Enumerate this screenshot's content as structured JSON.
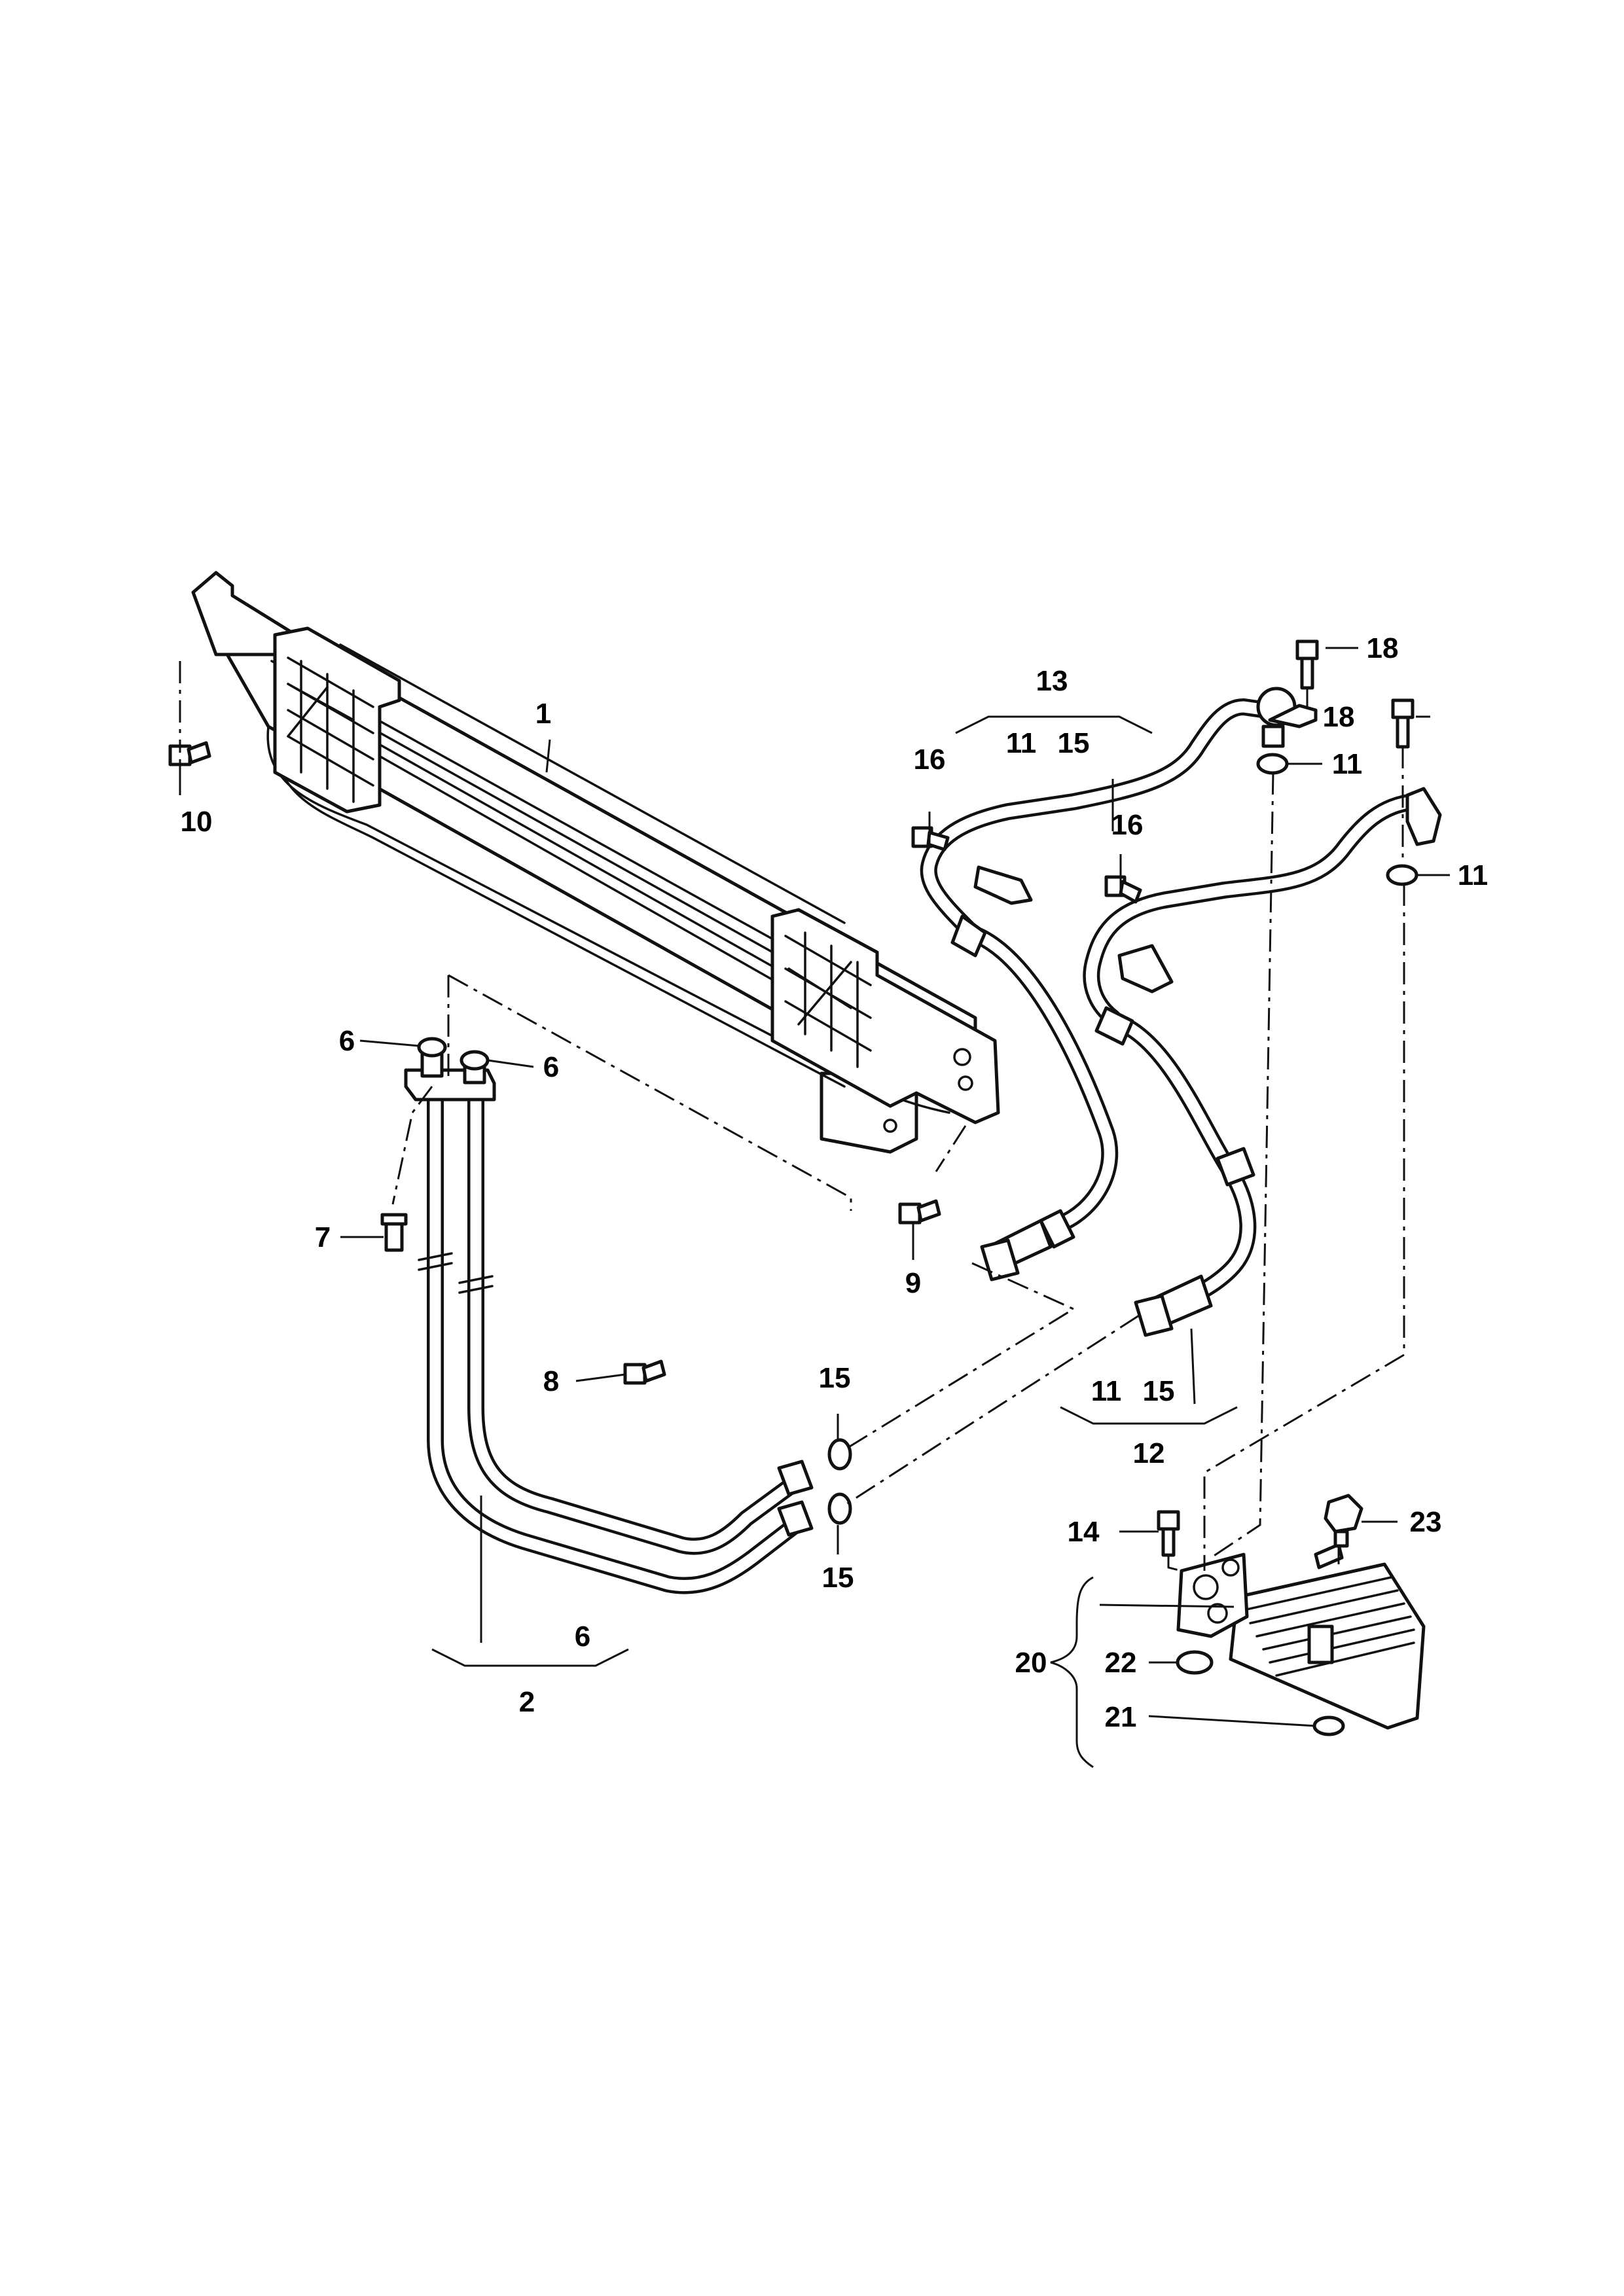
{
  "callouts": {
    "c1": "1",
    "c2": "2",
    "c2_sub": "6",
    "c6a": "6",
    "c6b": "6",
    "c7": "7",
    "c8": "8",
    "c9": "9",
    "c10": "10",
    "c11a": "11",
    "c11b": "11",
    "c12": "12",
    "c12_sub_a": "11",
    "c12_sub_b": "15",
    "c13": "13",
    "c13_sub_a": "11",
    "c13_sub_b": "15",
    "c14": "14",
    "c15a": "15",
    "c15b": "15",
    "c16a": "16",
    "c16b": "16",
    "c18a": "18",
    "c18b": "18",
    "c20": "20",
    "c21": "21",
    "c22": "22",
    "c23": "23"
  }
}
